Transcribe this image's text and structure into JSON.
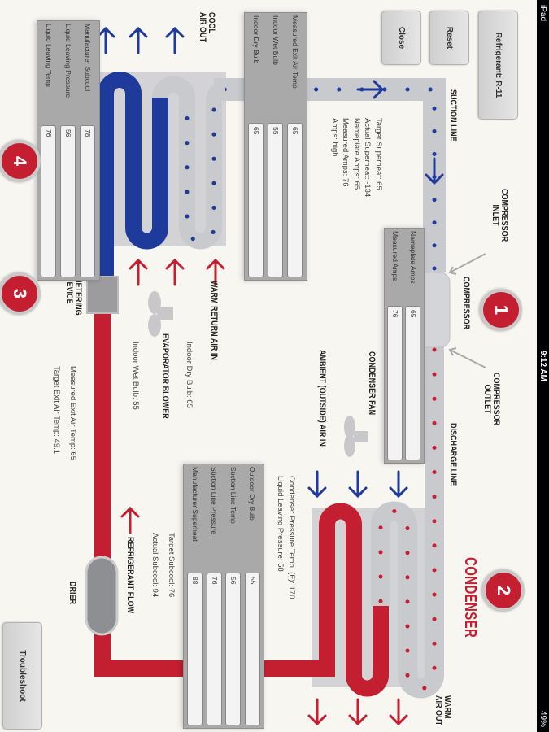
{
  "status_bar": {
    "device": "iPad",
    "time": "9:12 AM",
    "battery": "49%"
  },
  "buttons": {
    "refrigerant": "Refrigerant: R-11",
    "reset": "Reset",
    "close": "Close",
    "troubleshoot": "Troubleshoot"
  },
  "labels": {
    "suction_line": "SUCTION LINE",
    "compressor_inlet": [
      "COMPRESSOR",
      "INLET"
    ],
    "compressor": "COMPRESSOR",
    "compressor_outlet": [
      "COMPRESSOR",
      "OUTLET"
    ],
    "discharge_line": "DISCHARGE LINE",
    "condenser": "CONDENSER",
    "warm_air_out": [
      "WARM",
      "AIR OUT"
    ],
    "condenser_fan": "CONDENSER FAN",
    "ambient_air_in": "AMBIENT (OUTSIDE) AIR IN",
    "cool_air_out": [
      "COOL",
      "AIR OUT"
    ],
    "warm_return_air_in": "WARM RETURN AIR IN",
    "evaporator_blower": "EVAPORATOR BLOWER",
    "metering_device": [
      "METERING",
      "DEVICE"
    ],
    "refrigerant_flow": "REFRIGERANT FLOW",
    "drier": "DRIER"
  },
  "badges": [
    "1",
    "2",
    "3",
    "4"
  ],
  "superheat_info": [
    "Target Superheat: 65",
    "Actual Superheat: -134",
    "Nameplate Amps: 65",
    "Measured Amps: 76",
    "Amps: high"
  ],
  "condenser_info": [
    "Condenser Pressure Temp. (F): 170",
    "Liquid Leaving Pressure: 58"
  ],
  "subcool_info": [
    "Target Subcool: 76",
    "Actual Subcool: 94"
  ],
  "evaporator_info": {
    "dry_bulb": "Indoor Dry Bulb: 65",
    "wet_bulb": "Indoor Wet Bulb: 55"
  },
  "exit_air_info": [
    "Measured Exit Air Temp: 65",
    "Target Exit Air Temp: 49.1"
  ],
  "compressor_fields": [
    {
      "label": "Nameplate Amps",
      "value": "65"
    },
    {
      "label": "Measured Amps",
      "value": "76"
    }
  ],
  "evaporator_fields": [
    {
      "label": "Measured Exit Air Temp",
      "value": "65"
    },
    {
      "label": "Indoor Wet Bulb",
      "value": "55"
    },
    {
      "label": "Indoor Dry Bulb",
      "value": "65"
    }
  ],
  "liquid_fields": [
    {
      "label": "Manufacturer Subcool",
      "value": "78"
    },
    {
      "label": "Liquid Leaving Pressure",
      "value": "56"
    },
    {
      "label": "Liquid Leaving Temp",
      "value": "76"
    }
  ],
  "condenser_fields": [
    {
      "label": "Outdoor Dry Bulb",
      "value": "55"
    },
    {
      "label": "Suction Line Temp",
      "value": "56"
    },
    {
      "label": "Suction Line Pressure",
      "value": "76"
    },
    {
      "label": "Manufacturer Superheat",
      "value": "88"
    }
  ],
  "colors": {
    "hot": "#c41f30",
    "cold": "#1e3a9a",
    "pipe": "#c9cacd",
    "background": "#f8f6f1"
  }
}
